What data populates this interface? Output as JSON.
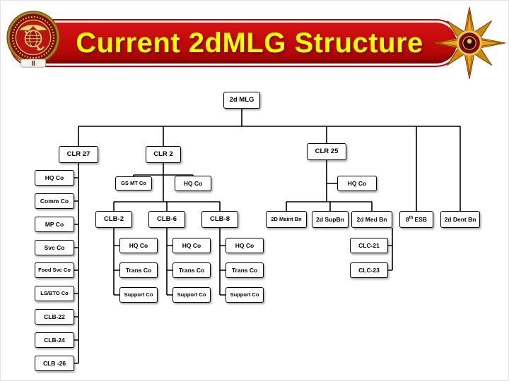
{
  "slide": {
    "title": "Current 2dMLG Structure",
    "banner_color": "#c00000",
    "title_color": "#ffff00",
    "left_icon": "usmc-eagle-globe-anchor-seal",
    "left_icon_text": "II",
    "right_icon": "2d-mlg-star-insignia"
  },
  "chart_data": {
    "type": "org-chart",
    "title": "Current 2dMLG Structure",
    "root": "2d MLG",
    "hierarchy": {
      "2d MLG": [
        "CLR 27",
        "CLR 2",
        "CLR 25",
        "8th ESB",
        "2d Dent Bn"
      ],
      "CLR 27": [
        "HQ Co",
        "Comm Co",
        "MP Co",
        "Svc Co",
        "Food Svc Co",
        "LS/BTO Co",
        "CLB-22",
        "CLB-24",
        "CLB -26"
      ],
      "CLR 2": [
        "GS MT Co",
        "HQ Co",
        "CLB-2",
        "CLB-6",
        "CLB-8"
      ],
      "CLB-2": [
        "HQ Co",
        "Trans Co",
        "Support Co"
      ],
      "CLB-6": [
        "HQ Co",
        "Trans Co",
        "Support Co"
      ],
      "CLB-8": [
        "HQ Co",
        "Trans Co",
        "Support Co"
      ],
      "CLR 25": [
        "HQ Co",
        "2D Maint Bn",
        "2d SupBn",
        "2d Med Bn"
      ],
      "2d Med Bn": [
        "CLC-21",
        "CLC-23"
      ]
    }
  },
  "org": {
    "root": "2d MLG",
    "clr27": {
      "label": "CLR 27",
      "children": [
        "HQ Co",
        "Comm Co",
        "MP Co",
        "Svc Co",
        "Food Svc Co",
        "LS/BTO Co",
        "CLB-22",
        "CLB-24",
        "CLB -26"
      ]
    },
    "clr2": {
      "label": "CLR 2",
      "staff": [
        "GS MT Co",
        "HQ Co"
      ],
      "battalions": [
        {
          "label": "CLB-2",
          "children": [
            "HQ Co",
            "Trans Co",
            "Support Co"
          ]
        },
        {
          "label": "CLB-6",
          "children": [
            "HQ Co",
            "Trans Co",
            "Support Co"
          ]
        },
        {
          "label": "CLB-8",
          "children": [
            "HQ Co",
            "Trans Co",
            "Support Co"
          ]
        }
      ]
    },
    "clr25": {
      "label": "CLR 25",
      "staff": [
        "HQ Co"
      ],
      "battalions": [
        {
          "label": "2D Maint Bn"
        },
        {
          "label": "2d SupBn"
        },
        {
          "label": "2d Med Bn",
          "children": [
            "CLC-21",
            "CLC-23"
          ]
        }
      ]
    },
    "esb": {
      "base": "8",
      "sup": "th",
      "rest": "ESB"
    },
    "dent": "2d Dent Bn"
  }
}
